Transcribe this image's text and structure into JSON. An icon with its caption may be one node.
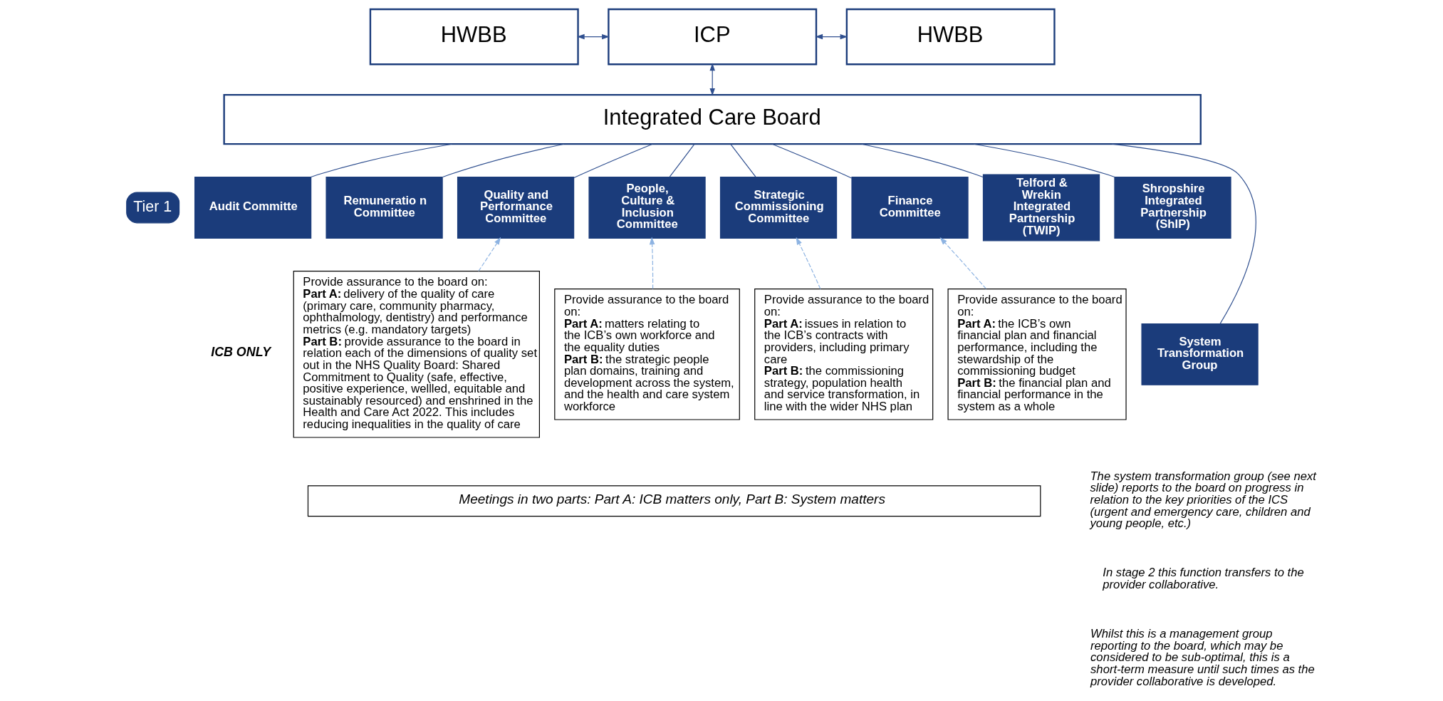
{
  "diagram": {
    "nodes": [
      {
        "text": [
          "HWBB"
        ]
      },
      {
        "text": [
          "ICP"
        ]
      },
      {
        "text": [
          "HWBB"
        ]
      },
      {
        "text": [
          "Integrated Care Board"
        ]
      },
      {
        "text": [
          "Tier 1"
        ]
      },
      {
        "text": [
          "Audit Committe"
        ]
      },
      {
        "text": [
          "Remuneratio n Committee"
        ]
      },
      {
        "text": [
          "Quality and Performance Committee"
        ]
      },
      {
        "text": [
          "People, Culture & Inclusion Committee"
        ]
      },
      {
        "text": [
          "Strategic Commissioning Committee"
        ]
      },
      {
        "text": [
          "Finance Committee"
        ]
      },
      {
        "text": [
          "Telford & Wrekin Integrated Partnership (TWIP)"
        ]
      },
      {
        "text": [
          "Shropshire Integrated Partnership (ShIP)"
        ]
      },
      {
        "text": [
          "System Transformation Group"
        ],
        "beside": [
          "The system transformation group (see next slide) reports to the board on progress in relation to the key priorities of the ICS (urgent and emergency care, children and young people, etc.)",
          "In stage 2 this function transfers to the provider collaborative.",
          "Whilst this is a management group reporting to the board, which may be considered to be sub-optimal, this is a short-term measure until such times as the provider collaborative is developed."
        ]
      },
      {
        "text": [
          "Provide assurance to the board on:",
          "**Part A:** delivery of the quality of care (primary care, community pharmacy, ophthalmology, dentistry) and performance metrics (e.g. mandatory targets)",
          "**Part B:** provide assurance to the board in relation each of the dimensions of quality set out in the NHS Quality Board: Shared Commitment to Quality (safe, effective, positive experience, wellled, equitable and sustainably resourced) and enshrined in the Health and Care Act 2022. This includes reducing inequalities in the quality of care"
        ]
      },
      {
        "text": [
          "Provide assurance to the board on:",
          "**Part A:** matters relating to the ICB’s own workforce and the equality duties",
          "**Part B:** the strategic people plan domains, training and development across the system, and the health and care system workforce"
        ]
      },
      {
        "text": [
          "Provide assurance to the board on:",
          "**Part A:** issues in relation to the ICB’s contracts with providers, including primary care",
          "**Part B:** the commissioning strategy, population health and service transformation, in line with the wider NHS plan"
        ]
      },
      {
        "text": [
          "Provide assurance to the board on:",
          "**Part A:** the ICB’s own financial plan and financial performance, including the stewardship of the commissioning budget",
          "**Part B:** the financial plan and financial performance in the system as a whole"
        ]
      },
      {
        "text": [
          "Meetings in two parts: Part A: ICB matters only, Part B: System matters"
        ]
      }
    ],
    "edges": [
      {
        "from": 0,
        "to": 1,
        "arrow": "both"
      },
      {
        "from": 1,
        "to": 2,
        "arrow": "both"
      },
      {
        "from": 1,
        "to": 3,
        "arrow": "both"
      },
      {
        "from": 3,
        "to": 5,
        "arrow": "none"
      },
      {
        "from": 3,
        "to": 6,
        "arrow": "none"
      },
      {
        "from": 3,
        "to": 7,
        "arrow": "none"
      },
      {
        "from": 3,
        "to": 8,
        "arrow": "none"
      },
      {
        "from": 3,
        "to": 9,
        "arrow": "none"
      },
      {
        "from": 3,
        "to": 10,
        "arrow": "none"
      },
      {
        "from": 3,
        "to": 13,
        "arrow": "none"
      },
      {
        "from": 3,
        "to": 11,
        "arrow": "none"
      },
      {
        "from": 3,
        "to": 12,
        "arrow": "none"
      },
      {
        "from": 14,
        "to": 7,
        "arrow": "to",
        "style": "dashed",
        "color": "#8db3e2"
      },
      {
        "from": 15,
        "to": 8,
        "arrow": "to",
        "style": "dashed",
        "color": "#8db3e2"
      },
      {
        "from": 16,
        "to": 9,
        "arrow": "to",
        "style": "dashed",
        "color": "#8db3e2"
      },
      {
        "from": 17,
        "to": 10,
        "arrow": "to",
        "style": "dashed",
        "color": "#8db3e2"
      }
    ],
    "labels": [
      "ICB ONLY"
    ]
  }
}
